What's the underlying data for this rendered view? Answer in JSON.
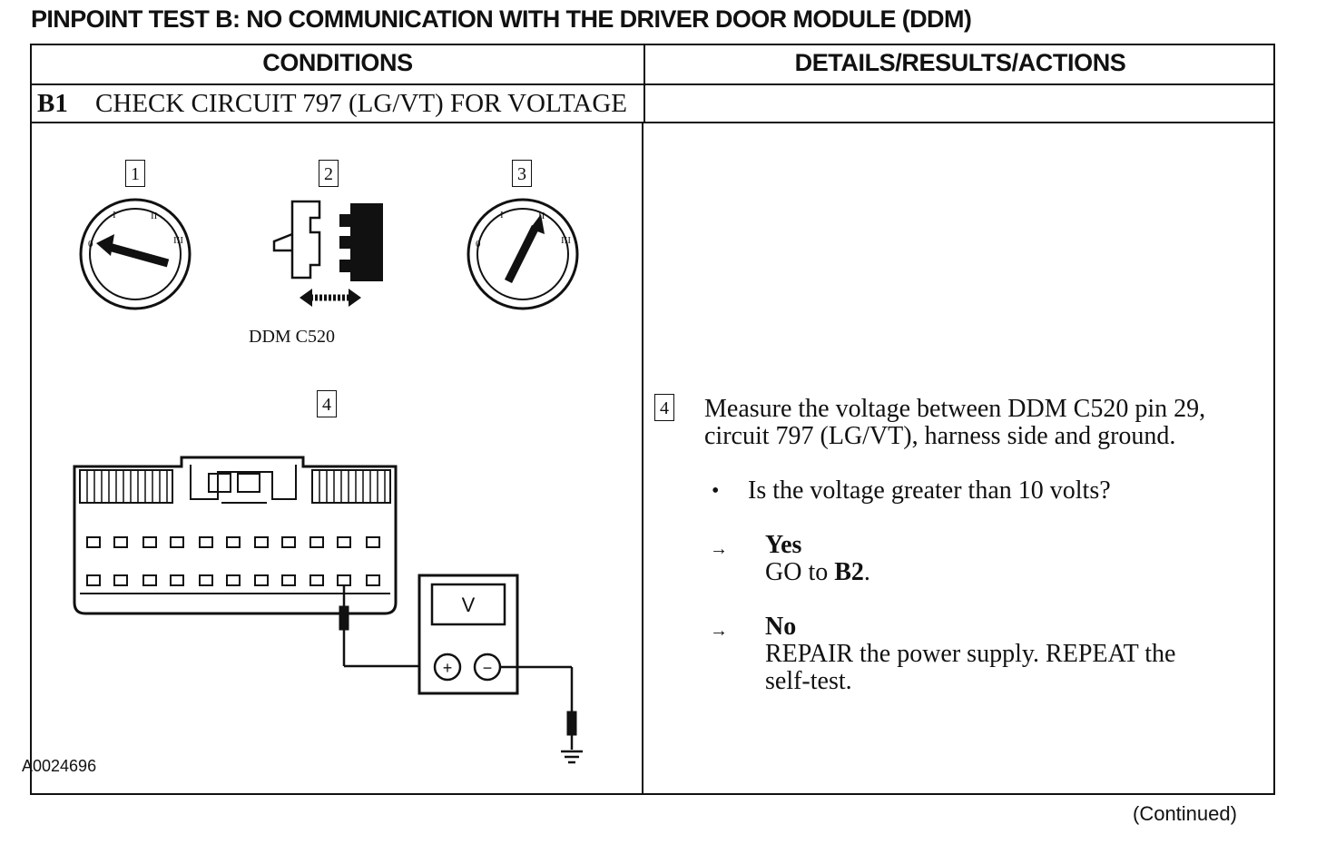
{
  "title": "PINPOINT TEST B:  NO COMMUNICATION WITH THE DRIVER DOOR MODULE (DDM)",
  "table": {
    "col_conditions": "CONDITIONS",
    "col_details": "DETAILS/RESULTS/ACTIONS",
    "step_id": "B1",
    "step_title": "CHECK CIRCUIT 797 (LG/VT) FOR VOLTAGE"
  },
  "conditions": {
    "step_numbers": [
      "1",
      "2",
      "3",
      "4"
    ],
    "connector_label": "DDM C520",
    "meter_label": "V",
    "plus_symbol": "+",
    "minus_symbol": "−",
    "figure_id": "A0024696"
  },
  "details": {
    "step_number": "4",
    "instruction_line1": "Measure the voltage between DDM C520 pin 29,",
    "instruction_line2": "circuit 797 (LG/VT), harness side and ground.",
    "bullet": "•",
    "question": "Is the voltage greater than 10 volts?",
    "arrow_symbol": "→",
    "yes_label": "Yes",
    "yes_action_prefix": "GO to ",
    "yes_action_target": "B2",
    "yes_action_suffix": ".",
    "no_label": "No",
    "no_action_line1": "REPAIR the power supply. REPEAT the",
    "no_action_line2": "self-test."
  },
  "footer": {
    "continued": "(Continued)"
  }
}
